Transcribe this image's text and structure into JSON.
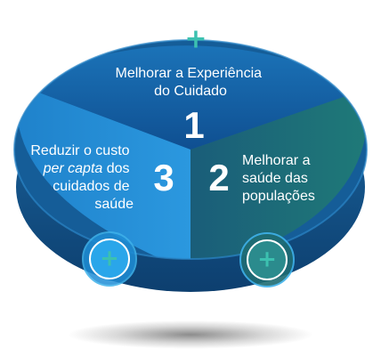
{
  "segments": [
    {
      "number": "1",
      "lines": [
        "Melhorar a Experiência",
        "do Cuidado"
      ]
    },
    {
      "number": "2",
      "lines": [
        "Melhorar a",
        "saúde das",
        "populações"
      ]
    },
    {
      "number": "3",
      "line1": "Reduzir o custo",
      "line2_italic": "per capta",
      "line2_rest": " dos",
      "line3": "cuidados de",
      "line4": "saúde"
    }
  ],
  "icons": {
    "plus": "+",
    "top": "plus-icon",
    "left": "plus-circle-icon",
    "right": "plus-circle-icon"
  },
  "colors": {
    "top": "#1565a8",
    "left": "#1a86cf",
    "right": "#1f6d74",
    "plus_teal": "#3cc1b0"
  }
}
